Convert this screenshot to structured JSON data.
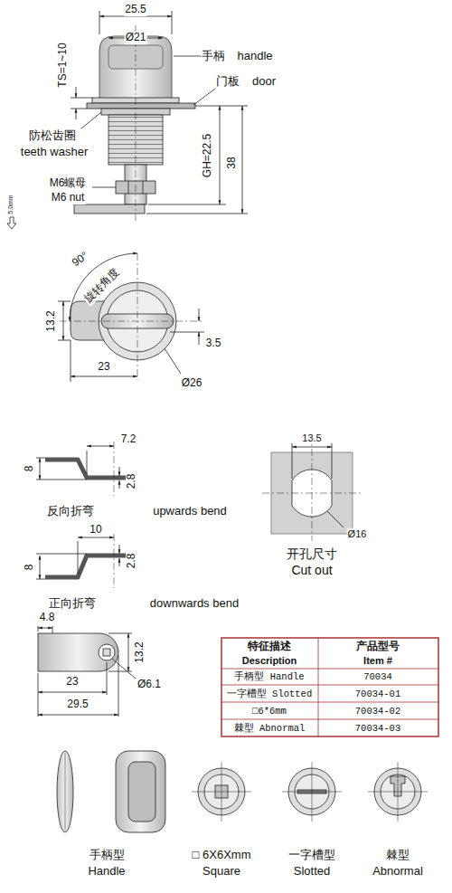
{
  "diagram": {
    "labels": [
      "25.5",
      "Ø21",
      "手柄",
      "handle",
      "门板",
      "door",
      "TS=1~10",
      "防松齿圈",
      "teeth washer",
      "GH=22.5",
      "38",
      "M6螺母",
      "M6 nut",
      "5.0mm",
      "90°",
      "旋转角度",
      "13.2",
      "3.5",
      "23",
      "Ø26",
      "7.2",
      "8",
      "2.8",
      "反向折弯",
      "upwards bend",
      "10",
      "8",
      "2.8",
      "正向折弯",
      "downwards bend",
      "13.5",
      "Ø16",
      "开孔尺寸",
      "Cut out",
      "4.8",
      "13.2",
      "23",
      "29.5",
      "Ø6.1",
      "特征描述",
      "Description",
      "产品型号",
      "Item #",
      "手柄型 Handle",
      "70034",
      "一字槽型 Slotted",
      "70034-01",
      "□6*6mm",
      "70034-02",
      "棘型 Abnormal",
      "70034-03",
      "手柄型",
      "Handle",
      "□ 6X6Xmm",
      "Square",
      "一字槽型",
      "Slotted",
      "棘型",
      "Abnormal"
    ]
  }
}
